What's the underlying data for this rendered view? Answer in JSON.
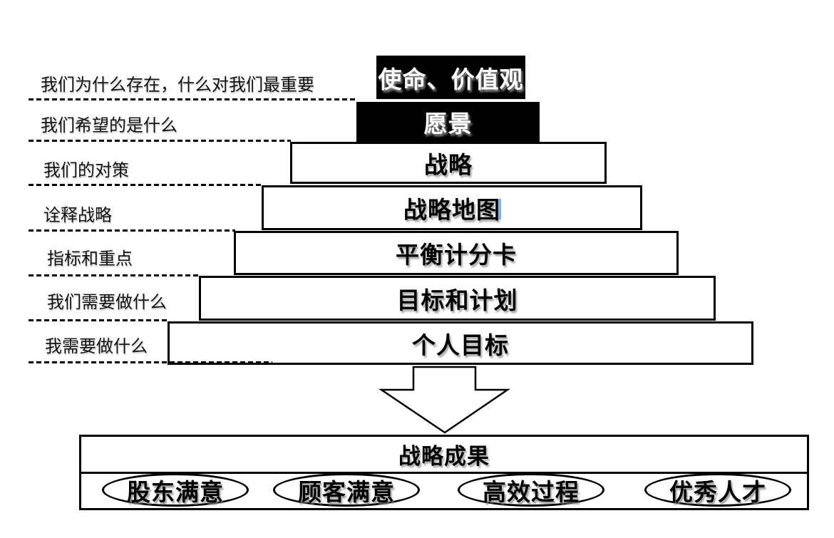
{
  "pyramid": {
    "levels": [
      {
        "question": "我们为什么存在，什么对我们最重要",
        "box_label": "使命、价值观",
        "style": "dark"
      },
      {
        "question": "我们希望的是什么",
        "box_label": "愿景",
        "style": "dark"
      },
      {
        "question": "我们的对策",
        "box_label": "战略",
        "style": "light"
      },
      {
        "question": "诠释战略",
        "box_label": "战略地图",
        "style": "light"
      },
      {
        "question": "指标和重点",
        "box_label": "平衡计分卡",
        "style": "light"
      },
      {
        "question": "我们需要做什么",
        "box_label": "目标和计划",
        "style": "light"
      },
      {
        "question": "我需要做什么",
        "box_label": "个人目标",
        "style": "light"
      }
    ]
  },
  "results": {
    "title": "战略成果",
    "items": [
      {
        "label": "股东满意"
      },
      {
        "label": "顾客满意"
      },
      {
        "label": "高效过程"
      },
      {
        "label": "优秀人才"
      }
    ]
  },
  "icons": {
    "down_arrow": "down-arrow"
  },
  "colors": {
    "dark_box_bg": "#000000",
    "dark_box_text": "#ffffff",
    "light_box_bg": "#ffffff",
    "line": "#000000",
    "caret": "#7EB1E6"
  }
}
